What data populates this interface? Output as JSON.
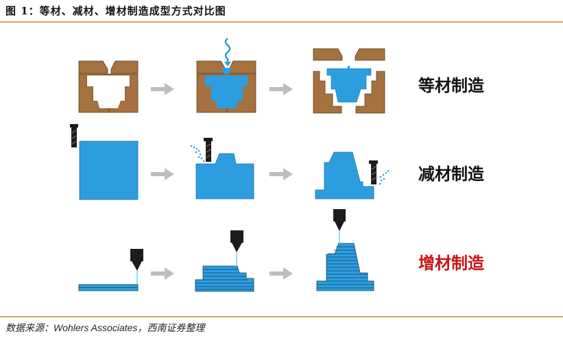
{
  "header": {
    "title": "图 1：等材、减材、增材制造成型方式对比图"
  },
  "diagram": {
    "colors": {
      "mold_brown": "#a5713f",
      "material_blue": "#2c9ee0",
      "tool_black": "#1c1c1c",
      "arrow_gray": "#bdbdbd",
      "rule_gold": "#d4a461",
      "additive_red": "#cc1111",
      "label_black": "#111111"
    },
    "rows": [
      {
        "label": "等材制造",
        "label_color": "#111111",
        "steps": [
          "empty-mold",
          "pour-material",
          "opened-mold-with-part"
        ]
      },
      {
        "label": "减材制造",
        "label_color": "#111111",
        "steps": [
          "block-with-cutter",
          "partial-milling",
          "finished-milled-part"
        ]
      },
      {
        "label": "增材制造",
        "label_color": "#cc1111",
        "steps": [
          "first-layer-deposit",
          "stacked-layers",
          "finished-layered-part"
        ]
      }
    ]
  },
  "footer": {
    "source_prefix": "数据来源：",
    "source_org": "Wohlers Associates",
    "source_suffix": "，西南证券整理"
  }
}
